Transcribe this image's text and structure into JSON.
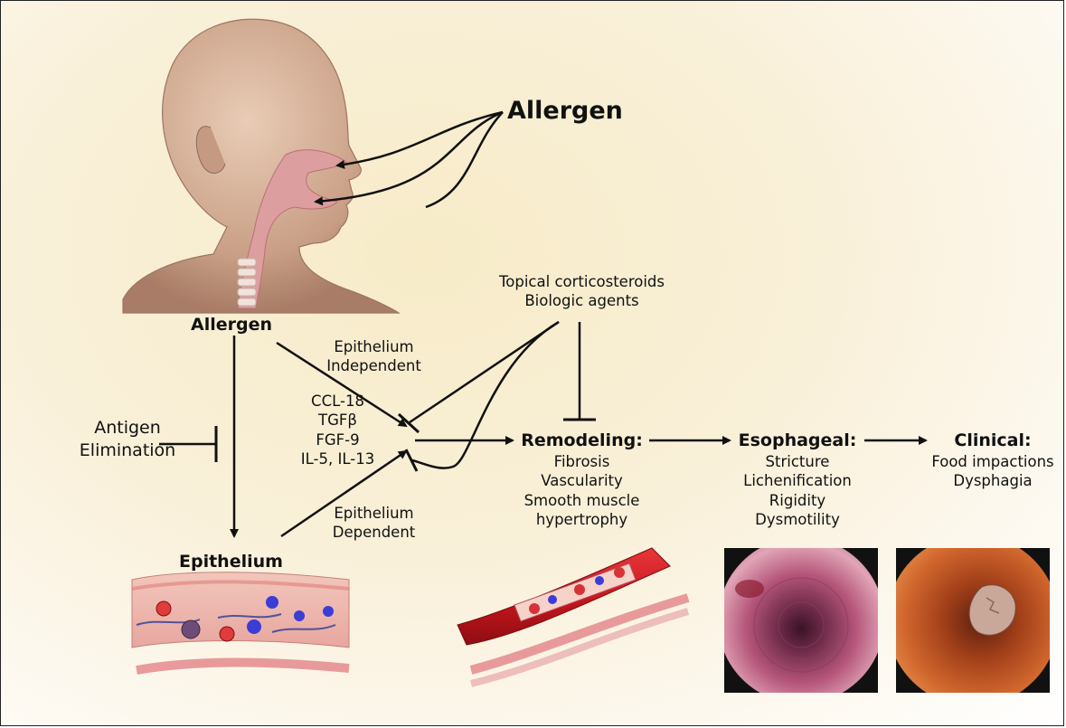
{
  "allergen_top": "Allergen",
  "allergen_mid": "Allergen",
  "epithelium": "Epithelium",
  "antigen_elimination": [
    "Antigen",
    "Elimination"
  ],
  "epithelium_independent": [
    "Epithelium",
    "Independent"
  ],
  "epithelium_dependent": [
    "Epithelium",
    "Dependent"
  ],
  "mediators": [
    "CCL-18",
    "TGFβ",
    "FGF-9",
    "IL-5, IL-13"
  ],
  "therapy": [
    "Topical corticosteroids",
    "Biologic agents"
  ],
  "remodeling": {
    "title": "Remodeling:",
    "items": [
      "Fibrosis",
      "Vascularity",
      "Smooth muscle",
      "hypertrophy"
    ]
  },
  "esophageal": {
    "title": "Esophageal:",
    "items": [
      "Stricture",
      "Lichenification",
      "Rigidity",
      "Dysmotility"
    ]
  },
  "clinical": {
    "title": "Clinical:",
    "items": [
      "Food impactions",
      "Dysphagia"
    ]
  },
  "colors": {
    "arrow": "#111111",
    "skin": "#d6b39c",
    "vessel": "#c4161c",
    "endoscopy_left": "#b5567a",
    "endoscopy_right": "#d2682e"
  }
}
